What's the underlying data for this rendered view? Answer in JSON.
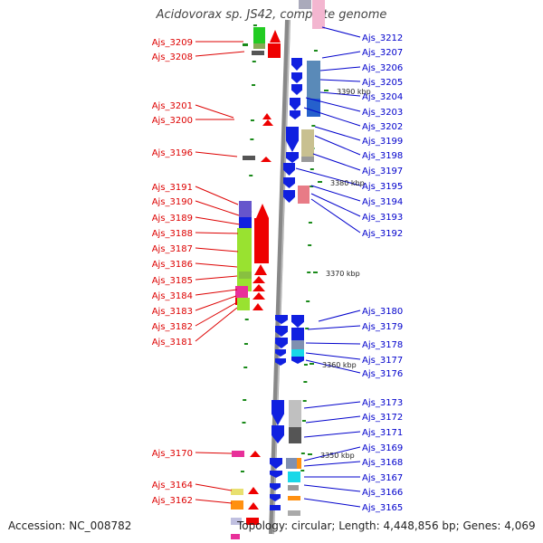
{
  "title": "Acidovorax sp. JS42, complete genome",
  "footer": {
    "accession": "Accession: NC_008782",
    "topology": "Topology: circular; Length: 4,448,856 bp; Genes: 4,069"
  },
  "colors": {
    "left_labels": "#dd0000",
    "right_labels": "#0000cc",
    "backbone": "#888888",
    "tick": "#1a8a1a"
  },
  "left_genes": [
    "Ajs_3209",
    "Ajs_3208",
    "Ajs_3201",
    "Ajs_3200",
    "Ajs_3196",
    "Ajs_3191",
    "Ajs_3190",
    "Ajs_3189",
    "Ajs_3188",
    "Ajs_3187",
    "Ajs_3186",
    "Ajs_3185",
    "Ajs_3184",
    "Ajs_3183",
    "Ajs_3182",
    "Ajs_3181",
    "Ajs_3170",
    "Ajs_3164",
    "Ajs_3162"
  ],
  "right_genes": [
    "Ajs_3212",
    "Ajs_3207",
    "Ajs_3206",
    "Ajs_3205",
    "Ajs_3204",
    "Ajs_3203",
    "Ajs_3202",
    "Ajs_3199",
    "Ajs_3198",
    "Ajs_3197",
    "Ajs_3195",
    "Ajs_3194",
    "Ajs_3193",
    "Ajs_3192",
    "Ajs_3180",
    "Ajs_3179",
    "Ajs_3178",
    "Ajs_3177",
    "Ajs_3176",
    "Ajs_3173",
    "Ajs_3172",
    "Ajs_3171",
    "Ajs_3169",
    "Ajs_3168",
    "Ajs_3167",
    "Ajs_3166",
    "Ajs_3165"
  ],
  "kbp_labels": [
    "3390 kbp",
    "3380 kbp",
    "3370 kbp",
    "3360 kbp",
    "3350 kbp"
  ]
}
